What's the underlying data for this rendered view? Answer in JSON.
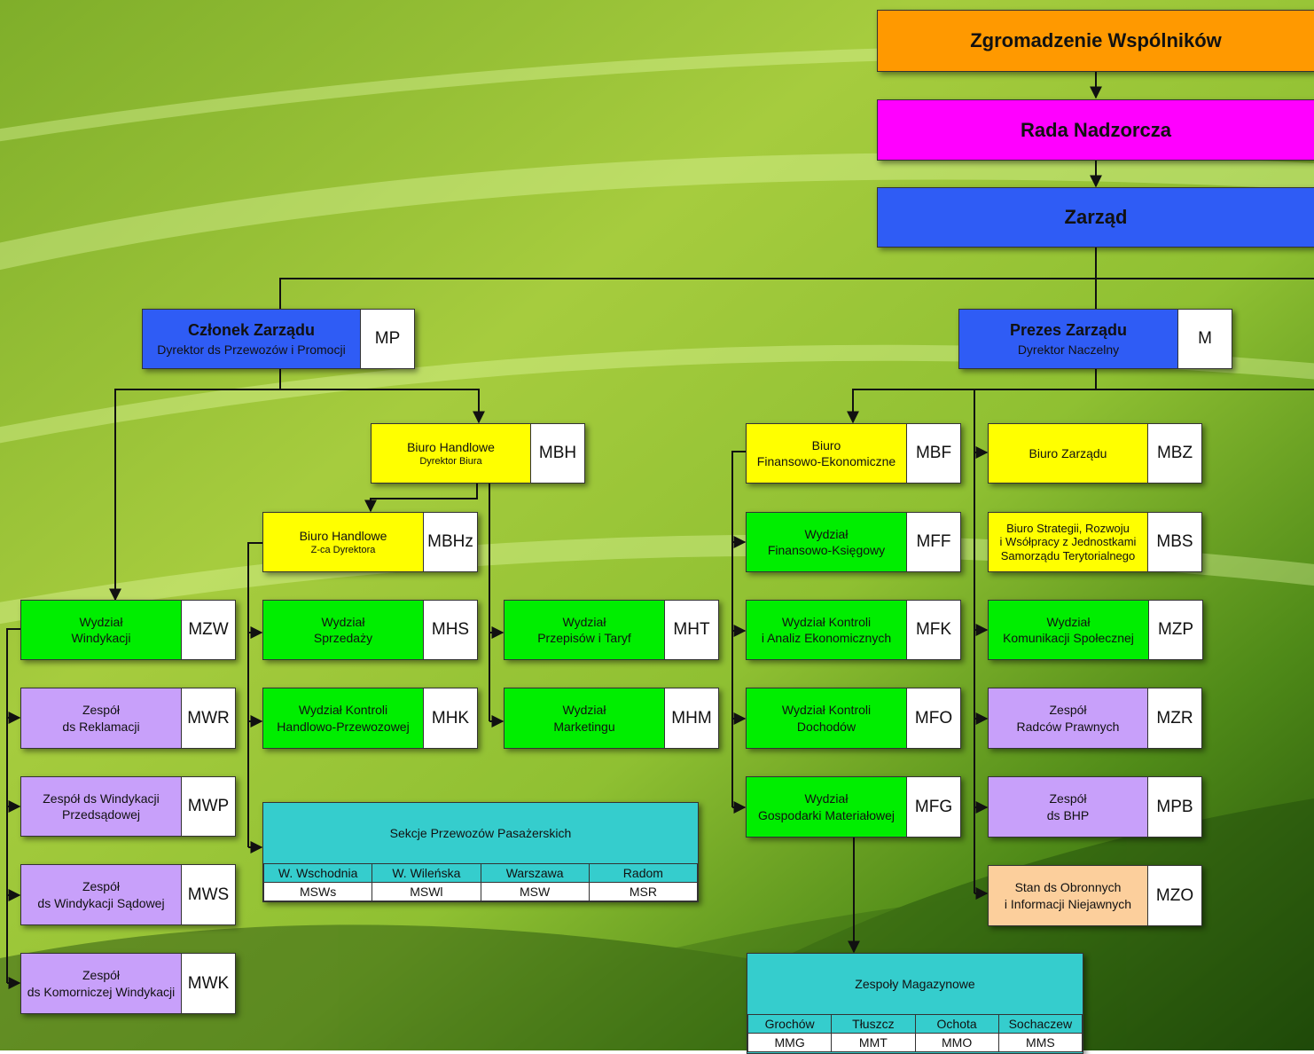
{
  "top": {
    "assembly": "Zgromadzenie Wspólników",
    "board": "Rada Nadzorcza",
    "management": "Zarząd"
  },
  "colors": {
    "assembly": "#ff9900",
    "board": "#ff00ff",
    "management": "#2f5cf5",
    "office": "#ffff00",
    "department": "#00ee00",
    "team": "#c8a0fa",
    "section": "#35cdcd",
    "post": "#fccf9c"
  },
  "member": {
    "title": "Członek Zarządu",
    "subtitle": "Dyrektor ds Przewozów i Promocji",
    "code": "MP"
  },
  "president": {
    "title": "Prezes Zarządu",
    "subtitle": "Dyrektor Naczelny",
    "code": "M"
  },
  "units": {
    "mbh": {
      "name": "Biuro Handlowe",
      "sub": "Dyrektor Biura",
      "code": "MBH"
    },
    "mbhz": {
      "name": "Biuro Handlowe",
      "sub": "Z-ca Dyrektora",
      "code": "MBHz"
    },
    "mzw": {
      "name": "Wydział\nWindykacji",
      "code": "MZW"
    },
    "mwr": {
      "name": "Zespół\nds Reklamacji",
      "code": "MWR"
    },
    "mwp": {
      "name": "Zespół ds Windykacji\nPrzedsądowej",
      "code": "MWP"
    },
    "mws": {
      "name": "Zespół\nds Windykacji Sądowej",
      "code": "MWS"
    },
    "mwk": {
      "name": "Zespół\nds Komorniczej Windykacji",
      "code": "MWK"
    },
    "mhs": {
      "name": "Wydział\nSprzedaży",
      "code": "MHS"
    },
    "mhk": {
      "name": "Wydział Kontroli\nHandlowo-Przewozowej",
      "code": "MHK"
    },
    "mht": {
      "name": "Wydział\nPrzepisów i Taryf",
      "code": "MHT"
    },
    "mhm": {
      "name": "Wydział\nMarketingu",
      "code": "MHM"
    },
    "mbf": {
      "name": "Biuro\nFinansowo-Ekonomiczne",
      "code": "MBF"
    },
    "mff": {
      "name": "Wydział\nFinansowo-Księgowy",
      "code": "MFF"
    },
    "mfk": {
      "name": "Wydział Kontroli\ni Analiz Ekonomicznych",
      "code": "MFK"
    },
    "mfo": {
      "name": "Wydział Kontroli\nDochodów",
      "code": "MFO"
    },
    "mfg": {
      "name": "Wydział\nGospodarki Materiałowej",
      "code": "MFG"
    },
    "mbz": {
      "name": "Biuro Zarządu",
      "code": "MBZ"
    },
    "mbs": {
      "name": "Biuro Strategii, Rozwoju\ni Wsółpracy z Jednostkami\nSamorządu Terytorialnego",
      "code": "MBS"
    },
    "mzp": {
      "name": "Wydział\nKomunikacji Społecznej",
      "code": "MZP"
    },
    "mzr": {
      "name": "Zespół\nRadców Prawnych",
      "code": "MZR"
    },
    "mpb": {
      "name": "Zespół\nds BHP",
      "code": "MPB"
    },
    "mzo": {
      "name": "Stan ds Obronnych\ni Informacji Niejawnych",
      "code": "MZO"
    }
  },
  "sections": {
    "title": "Sekcje Przewozów Pasażerskich",
    "cols": [
      {
        "name": "W. Wschodnia",
        "code": "MSWs"
      },
      {
        "name": "W. Wileńska",
        "code": "MSWl"
      },
      {
        "name": "Warszawa",
        "code": "MSW"
      },
      {
        "name": "Radom",
        "code": "MSR"
      }
    ]
  },
  "warehouses": {
    "title": "Zespoły Magazynowe",
    "cols": [
      {
        "name": "Grochów",
        "code": "MMG"
      },
      {
        "name": "Tłuszcz",
        "code": "MMT"
      },
      {
        "name": "Ochota",
        "code": "MMO"
      },
      {
        "name": "Sochaczew",
        "code": "MMS"
      }
    ]
  }
}
